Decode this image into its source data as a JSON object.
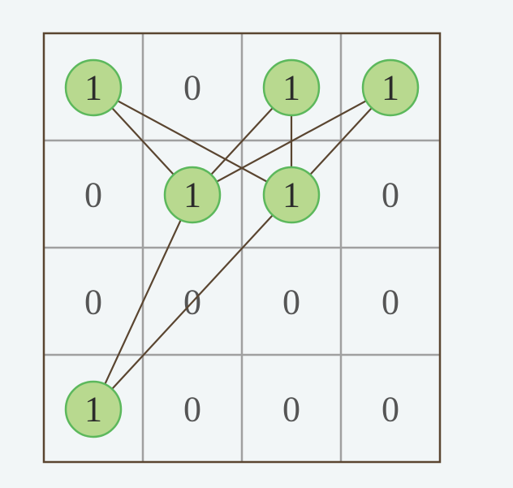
{
  "colors": {
    "background": "#f2f6f7",
    "outer_border": "#5a4530",
    "inner_grid": "#a0a0a0",
    "cell_fill": "#f2f6f7",
    "edge_line": "#5a4530",
    "node_fill": "#b8d98f",
    "node_stroke": "#5cb85c",
    "text": "#555555",
    "node_text": "#2b2b2b"
  },
  "grid": {
    "rows": 4,
    "cols": 4,
    "cells": [
      [
        "1",
        "0",
        "1",
        "1"
      ],
      [
        "0",
        "1",
        "1",
        "0"
      ],
      [
        "0",
        "0",
        "0",
        "0"
      ],
      [
        "1",
        "0",
        "0",
        "0"
      ]
    ]
  },
  "graph": {
    "nodes": [
      {
        "id": "n00",
        "row": 0,
        "col": 0,
        "label": "1"
      },
      {
        "id": "n02",
        "row": 0,
        "col": 2,
        "label": "1"
      },
      {
        "id": "n03",
        "row": 0,
        "col": 3,
        "label": "1"
      },
      {
        "id": "n11",
        "row": 1,
        "col": 1,
        "label": "1"
      },
      {
        "id": "n12",
        "row": 1,
        "col": 2,
        "label": "1"
      },
      {
        "id": "n30",
        "row": 3,
        "col": 0,
        "label": "1"
      }
    ],
    "edges": [
      [
        "n00",
        "n11"
      ],
      [
        "n00",
        "n12"
      ],
      [
        "n02",
        "n11"
      ],
      [
        "n02",
        "n12"
      ],
      [
        "n03",
        "n11"
      ],
      [
        "n03",
        "n12"
      ],
      [
        "n11",
        "n30"
      ],
      [
        "n12",
        "n30"
      ]
    ]
  }
}
